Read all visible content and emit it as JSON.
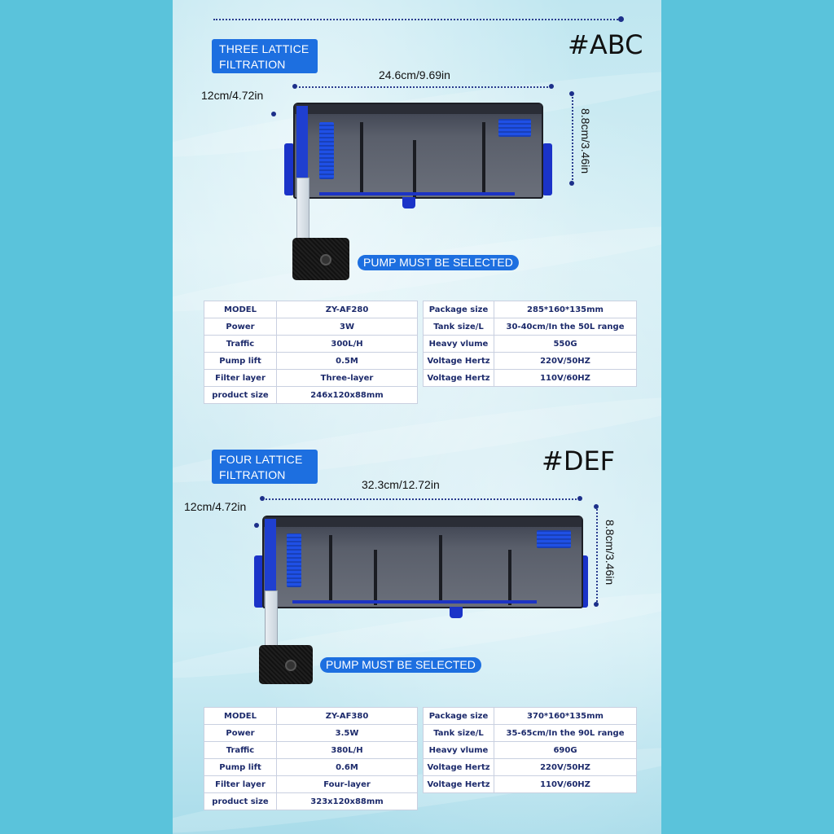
{
  "products": [
    {
      "badge_line1": "THREE LATTICE",
      "badge_line2": "FILTRATION",
      "code": "#ABC",
      "length": "24.6cm/9.69in",
      "depth": "12cm/4.72in",
      "height": "8.8cm/3.46in",
      "pump_note": "PUMP MUST BE SELECTED",
      "left_table": [
        [
          "MODEL",
          "ZY-AF280"
        ],
        [
          "Power",
          "3W"
        ],
        [
          "Traffic",
          "300L/H"
        ],
        [
          "Pump lift",
          "0.5M"
        ],
        [
          "Filter layer",
          "Three-layer"
        ],
        [
          "product size",
          "246x120x88mm"
        ]
      ],
      "right_table": [
        [
          "Package size",
          "285*160*135mm"
        ],
        [
          "Tank size/L",
          "30-40cm/In the 50L range"
        ],
        [
          "Heavy vlume",
          "550G"
        ],
        [
          "Voltage Hertz",
          "220V/50HZ"
        ],
        [
          "Voltage Hertz",
          "110V/60HZ"
        ]
      ]
    },
    {
      "badge_line1": "FOUR LATTICE",
      "badge_line2": "FILTRATION",
      "code": "#DEF",
      "length": "32.3cm/12.72in",
      "depth": "12cm/4.72in",
      "height": "8.8cm/3.46in",
      "pump_note": "PUMP MUST BE SELECTED",
      "left_table": [
        [
          "MODEL",
          "ZY-AF380"
        ],
        [
          "Power",
          "3.5W"
        ],
        [
          "Traffic",
          "380L/H"
        ],
        [
          "Pump lift",
          "0.6M"
        ],
        [
          "Filter layer",
          "Four-layer"
        ],
        [
          "product size",
          "323x120x88mm"
        ]
      ],
      "right_table": [
        [
          "Package size",
          "370*160*135mm"
        ],
        [
          "Tank size/L",
          "35-65cm/In the 90L range"
        ],
        [
          "Heavy vlume",
          "690G"
        ],
        [
          "Voltage Hertz",
          "220V/50HZ"
        ],
        [
          "Voltage Hertz",
          "110V/60HZ"
        ]
      ]
    }
  ],
  "colors": {
    "badge_blue": "#1d6fe0",
    "accent_blue": "#1c34c4",
    "table_text": "#1c2a6b",
    "background": "#5ac3db"
  }
}
